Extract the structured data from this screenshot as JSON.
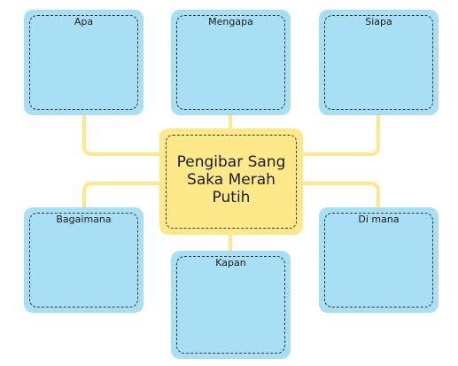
{
  "center": {
    "title_lines": [
      "Pengibar Sang",
      "Saka Merah",
      "Putih"
    ]
  },
  "boxes": {
    "apa": {
      "label": "Apa"
    },
    "mengapa": {
      "label": "Mengapa"
    },
    "siapa": {
      "label": "Siapa"
    },
    "bagaimana": {
      "label": "Bagaimana"
    },
    "di_mana": {
      "label": "Di mana"
    },
    "kapan": {
      "label": "Kapan"
    }
  },
  "colors": {
    "box_fill": "#a8dff5",
    "center_fill": "#fde98a",
    "connector": "#fde98a",
    "dash": "#3a3a3a"
  }
}
